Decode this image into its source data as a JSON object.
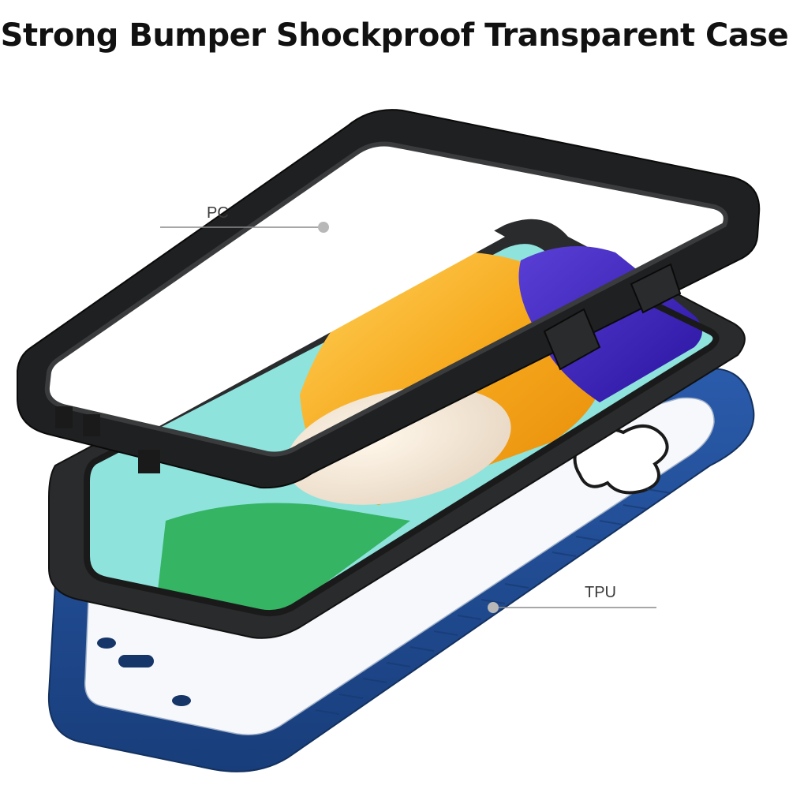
{
  "headline": "Strong Bumper Shockproof Transparent Case",
  "callouts": {
    "pc": "PC",
    "tpu": "TPU"
  },
  "colors": {
    "bumper_black": "#1f2021",
    "tpu_blue": "#1f4a8e",
    "screen_teal": "#8fe3dd",
    "screen_orange": "#f4a41a",
    "screen_purple": "#3d22b0",
    "screen_green": "#35b463"
  }
}
